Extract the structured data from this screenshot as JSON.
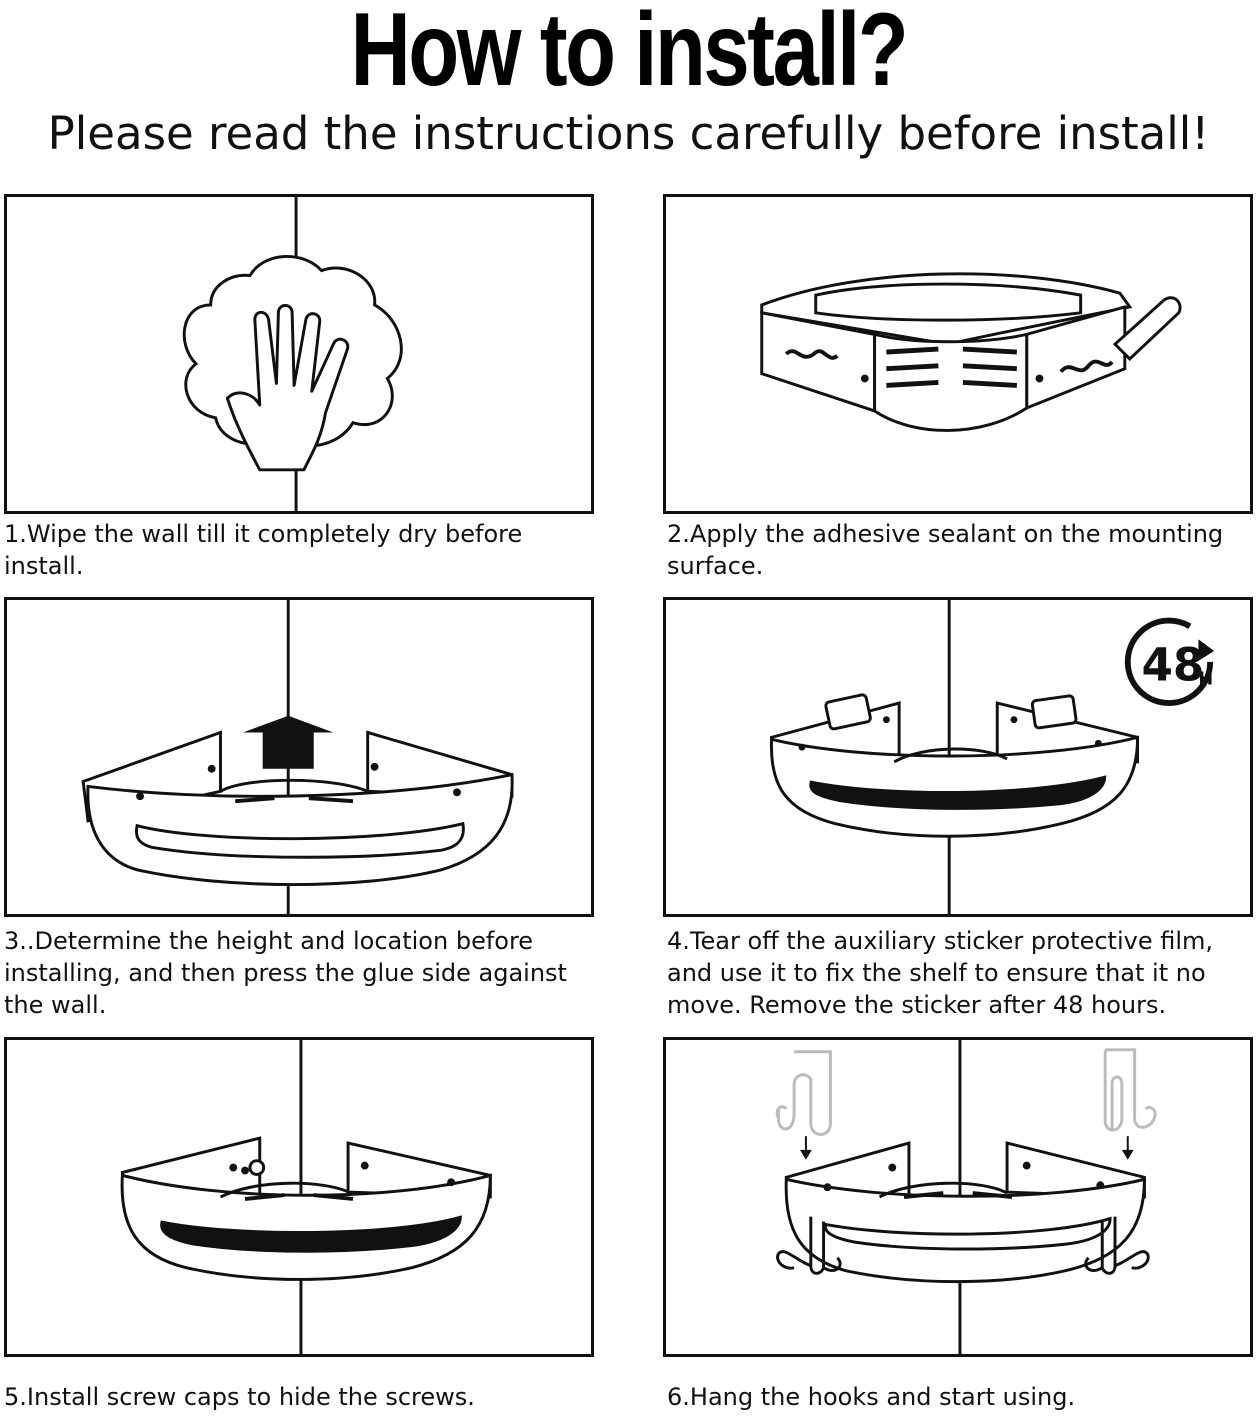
{
  "header": {
    "title": "How to install?",
    "subtitle": "Please read the instructions carefully before install!"
  },
  "steps": [
    {
      "caption": "1.Wipe the wall till it completely dry before install.",
      "illustration": "hand-wiping-icon"
    },
    {
      "caption": "2.Apply the adhesive sealant on the mounting surface.",
      "illustration": "shelf-adhesive-icon"
    },
    {
      "caption": "3..Determine the height and location before installing, and then press the glue side against the wall.",
      "illustration": "shelf-press-up-icon"
    },
    {
      "caption": "4.Tear off the auxiliary sticker protective film, and use it to fix the shelf to ensure that it no move. Remove the sticker after 48 hours.",
      "illustration": "shelf-sticker-icon"
    },
    {
      "caption": "5.Install screw caps to hide the screws.",
      "illustration": "shelf-screw-caps-icon"
    },
    {
      "caption": "6.Hang the hooks and start using.",
      "illustration": "shelf-hooks-icon"
    }
  ],
  "badge": {
    "number": "48",
    "unit": "H"
  }
}
